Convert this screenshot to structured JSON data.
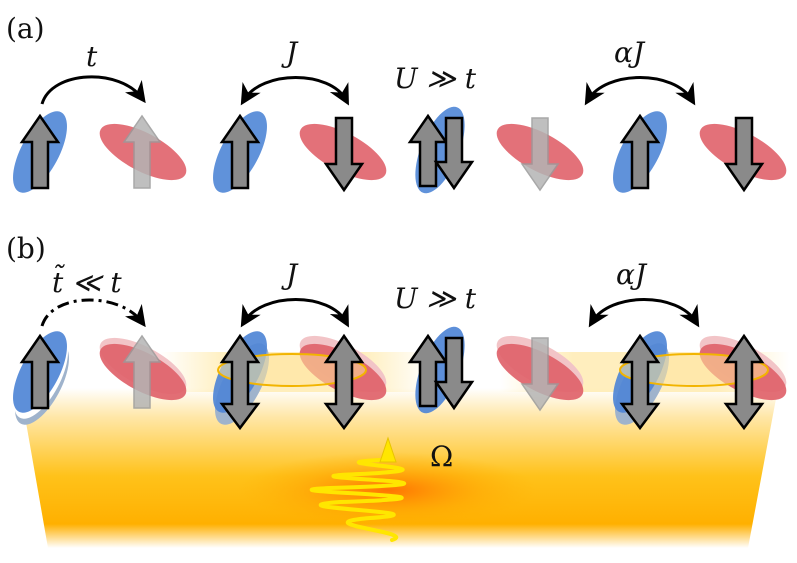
{
  "panel_a": {
    "tag": "(a)",
    "labels": {
      "hop": "t",
      "exchange": "J",
      "onsite": "U ≫ t",
      "exchange_scaled": "αJ"
    }
  },
  "panel_b": {
    "tag": "(b)",
    "labels": {
      "hop": "t̃ ≪ t",
      "exchange": "J",
      "onsite": "U ≫ t",
      "exchange_scaled": "αJ",
      "drive": "Ω"
    }
  },
  "colors": {
    "orbital_blue": "#4f86d6",
    "orbital_red": "#e0626a",
    "arrow_gray": "#7f7f7f",
    "drive_orange": "#ffb300",
    "pulse_yellow": "#ffe600"
  }
}
